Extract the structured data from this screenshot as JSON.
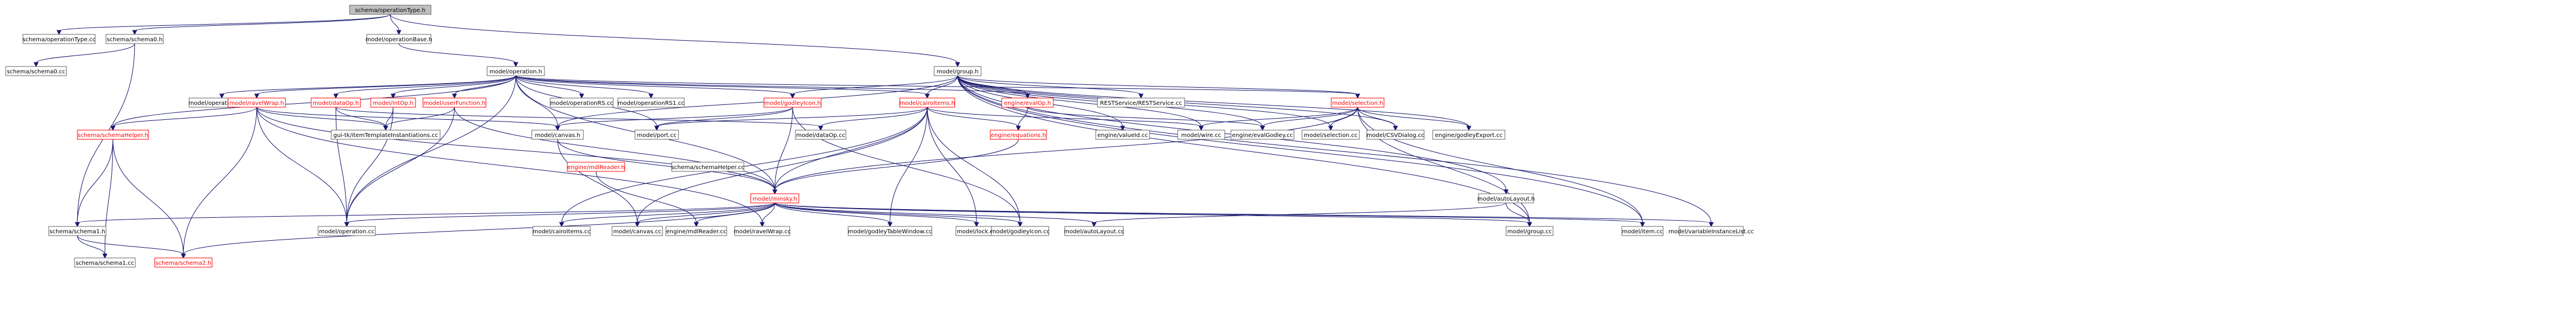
{
  "nodes": [
    {
      "id": "root",
      "label": "schema/operationType.h",
      "kind": "root"
    },
    {
      "id": "opType_cc",
      "label": "schema/operationType.cc",
      "kind": "leaf"
    },
    {
      "id": "schema0_h",
      "label": "schema/schema0.h",
      "kind": "normal"
    },
    {
      "id": "schema0_cc",
      "label": "schema/schema0.cc",
      "kind": "leaf"
    },
    {
      "id": "opBase_h",
      "label": "model/operationBase.h",
      "kind": "normal"
    },
    {
      "id": "operation_h",
      "label": "model/operation.h",
      "kind": "normal"
    },
    {
      "id": "group_h",
      "label": "model/group.h",
      "kind": "normal"
    },
    {
      "id": "opRS2",
      "label": "model/operationRS2.cc",
      "kind": "leaf"
    },
    {
      "id": "ravelWrap_h",
      "label": "model/ravelWrap.h",
      "kind": "red"
    },
    {
      "id": "dataOp_h",
      "label": "model/dataOp.h",
      "kind": "red"
    },
    {
      "id": "intOp_h",
      "label": "model/intOp.h",
      "kind": "red"
    },
    {
      "id": "userFunction_h",
      "label": "model/userFunction.h",
      "kind": "red"
    },
    {
      "id": "opRS",
      "label": "model/operationRS.cc",
      "kind": "leaf"
    },
    {
      "id": "opRS1",
      "label": "model/operationRS1.cc",
      "kind": "leaf"
    },
    {
      "id": "godleyIcon_h",
      "label": "model/godleyIcon.h",
      "kind": "red"
    },
    {
      "id": "cairoItems_h",
      "label": "model/cairoItems.h",
      "kind": "red"
    },
    {
      "id": "evalOp_h",
      "label": "engine/evalOp.h",
      "kind": "red"
    },
    {
      "id": "restService",
      "label": "RESTService/RESTService.cc",
      "kind": "leaf"
    },
    {
      "id": "selection_h",
      "label": "model/selection.h",
      "kind": "red"
    },
    {
      "id": "schemaHelper_h",
      "label": "schema/schemaHelper.h",
      "kind": "red"
    },
    {
      "id": "garbTemplate",
      "label": "gui-tk/itemTemplateInstantiations.cc",
      "kind": "leaf"
    },
    {
      "id": "canvas_h",
      "label": "model/canvas.h",
      "kind": "normal"
    },
    {
      "id": "port_cc",
      "label": "model/port.cc",
      "kind": "leaf"
    },
    {
      "id": "dataOp_cc",
      "label": "model/dataOp.cc",
      "kind": "leaf"
    },
    {
      "id": "equations_h",
      "label": "engine/equations.h",
      "kind": "red"
    },
    {
      "id": "valueId_cc",
      "label": "engine/valueId.cc",
      "kind": "leaf"
    },
    {
      "id": "wire_cc",
      "label": "model/wire.cc",
      "kind": "leaf"
    },
    {
      "id": "evalGodley_cc",
      "label": "engine/evalGodley.cc",
      "kind": "leaf"
    },
    {
      "id": "selection_cc",
      "label": "model/selection.cc",
      "kind": "leaf"
    },
    {
      "id": "csvDialog_cc",
      "label": "model/CSVDialog.cc",
      "kind": "leaf"
    },
    {
      "id": "godleyExport_cc",
      "label": "engine/godleyExport.cc",
      "kind": "leaf"
    },
    {
      "id": "mdlReader_h",
      "label": "engine/mdlReader.h",
      "kind": "red"
    },
    {
      "id": "schemaHelper_cc",
      "label": "schema/schemaHelper.cc",
      "kind": "leaf"
    },
    {
      "id": "minsky_h",
      "label": "model/minsky.h",
      "kind": "red"
    },
    {
      "id": "autoLayout_h",
      "label": "model/autoLayout.h",
      "kind": "normal"
    },
    {
      "id": "schema1_h",
      "label": "schema/schema1.h",
      "kind": "normal"
    },
    {
      "id": "operation_cc",
      "label": "model/operation.cc",
      "kind": "leaf"
    },
    {
      "id": "cairoItems_cc",
      "label": "model/cairoItems.cc",
      "kind": "leaf"
    },
    {
      "id": "canvas_cc",
      "label": "model/canvas.cc",
      "kind": "leaf"
    },
    {
      "id": "mdlReader_cc",
      "label": "engine/mdlReader.cc",
      "kind": "leaf"
    },
    {
      "id": "ravelWrap_cc",
      "label": "model/ravelWrap.cc",
      "kind": "leaf"
    },
    {
      "id": "godleyTableWindow_cc",
      "label": "model/godleyTableWindow.cc",
      "kind": "leaf"
    },
    {
      "id": "lock_cc",
      "label": "model/lock.cc",
      "kind": "leaf"
    },
    {
      "id": "godleyIcon_cc",
      "label": "model/godleyIcon.cc",
      "kind": "leaf"
    },
    {
      "id": "autoLayout_cc",
      "label": "model/autoLayout.cc",
      "kind": "leaf"
    },
    {
      "id": "group_cc",
      "label": "model/group.cc",
      "kind": "leaf"
    },
    {
      "id": "item_cc",
      "label": "model/item.cc",
      "kind": "leaf"
    },
    {
      "id": "varInstList_cc",
      "label": "model/variableInstanceList.cc",
      "kind": "leaf"
    },
    {
      "id": "schema1_cc",
      "label": "schema/schema1.cc",
      "kind": "leaf"
    },
    {
      "id": "schema2_h",
      "label": "schema/schema2.h",
      "kind": "red"
    }
  ],
  "edges": [
    [
      "root",
      "opType_cc"
    ],
    [
      "root",
      "schema0_h"
    ],
    [
      "root",
      "opBase_h"
    ],
    [
      "root",
      "group_h"
    ],
    [
      "schema0_h",
      "schema0_cc"
    ],
    [
      "schema0_h",
      "schema1_h"
    ],
    [
      "opBase_h",
      "operation_h"
    ],
    [
      "operation_h",
      "opRS2"
    ],
    [
      "operation_h",
      "ravelWrap_h"
    ],
    [
      "operation_h",
      "dataOp_h"
    ],
    [
      "operation_h",
      "intOp_h"
    ],
    [
      "operation_h",
      "userFunction_h"
    ],
    [
      "operation_h",
      "opRS"
    ],
    [
      "operation_h",
      "opRS1"
    ],
    [
      "operation_h",
      "godleyIcon_h"
    ],
    [
      "operation_h",
      "cairoItems_h"
    ],
    [
      "operation_h",
      "evalOp_h"
    ],
    [
      "operation_h",
      "schemaHelper_h"
    ],
    [
      "operation_h",
      "canvas_h"
    ],
    [
      "operation_h",
      "operation_cc"
    ],
    [
      "operation_h",
      "minsky_h"
    ],
    [
      "operation_h",
      "selection_h"
    ],
    [
      "operation_h",
      "port_cc"
    ],
    [
      "group_h",
      "godleyIcon_h"
    ],
    [
      "group_h",
      "cairoItems_h"
    ],
    [
      "group_h",
      "evalOp_h"
    ],
    [
      "group_h",
      "restService"
    ],
    [
      "group_h",
      "selection_h"
    ],
    [
      "group_h",
      "canvas_h"
    ],
    [
      "group_h",
      "wire_cc"
    ],
    [
      "group_h",
      "valueId_cc"
    ],
    [
      "group_h",
      "evalGodley_cc"
    ],
    [
      "group_h",
      "selection_cc"
    ],
    [
      "group_h",
      "csvDialog_cc"
    ],
    [
      "group_h",
      "godleyExport_cc"
    ],
    [
      "group_h",
      "group_cc"
    ],
    [
      "group_h",
      "item_cc"
    ],
    [
      "group_h",
      "varInstList_cc"
    ],
    [
      "group_h",
      "autoLayout_h"
    ],
    [
      "ravelWrap_h",
      "schemaHelper_h"
    ],
    [
      "ravelWrap_h",
      "garbTemplate"
    ],
    [
      "ravelWrap_h",
      "canvas_h"
    ],
    [
      "ravelWrap_h",
      "operation_cc"
    ],
    [
      "ravelWrap_h",
      "minsky_h"
    ],
    [
      "ravelWrap_h",
      "ravelWrap_cc"
    ],
    [
      "ravelWrap_h",
      "schema2_h"
    ],
    [
      "dataOp_h",
      "garbTemplate"
    ],
    [
      "dataOp_h",
      "operation_cc"
    ],
    [
      "dataOp_h",
      "dataOp_cc"
    ],
    [
      "intOp_h",
      "garbTemplate"
    ],
    [
      "intOp_h",
      "operation_cc"
    ],
    [
      "userFunction_h",
      "garbTemplate"
    ],
    [
      "userFunction_h",
      "operation_cc"
    ],
    [
      "userFunction_h",
      "minsky_h"
    ],
    [
      "godleyIcon_h",
      "canvas_h"
    ],
    [
      "godleyIcon_h",
      "port_cc"
    ],
    [
      "godleyIcon_h",
      "godleyIcon_cc"
    ],
    [
      "godleyIcon_h",
      "minsky_h"
    ],
    [
      "cairoItems_h",
      "port_cc"
    ],
    [
      "cairoItems_h",
      "dataOp_cc"
    ],
    [
      "cairoItems_h",
      "equations_h"
    ],
    [
      "cairoItems_h",
      "cairoItems_cc"
    ],
    [
      "cairoItems_h",
      "canvas_cc"
    ],
    [
      "cairoItems_h",
      "godleyTableWindow_cc"
    ],
    [
      "cairoItems_h",
      "lock_cc"
    ],
    [
      "cairoItems_h",
      "godleyIcon_cc"
    ],
    [
      "cairoItems_h",
      "wire_cc"
    ],
    [
      "cairoItems_h",
      "minsky_h"
    ],
    [
      "evalOp_h",
      "equations_h"
    ],
    [
      "evalOp_h",
      "evalGodley_cc"
    ],
    [
      "selection_h",
      "wire_cc"
    ],
    [
      "selection_h",
      "evalGodley_cc"
    ],
    [
      "selection_h",
      "selection_cc"
    ],
    [
      "selection_h",
      "csvDialog_cc"
    ],
    [
      "selection_h",
      "godleyExport_cc"
    ],
    [
      "selection_h",
      "minsky_h"
    ],
    [
      "selection_h",
      "group_cc"
    ],
    [
      "selection_h",
      "item_cc"
    ],
    [
      "schemaHelper_h",
      "schema1_h"
    ],
    [
      "schemaHelper_h",
      "schema1_cc"
    ],
    [
      "schemaHelper_h",
      "schema2_h"
    ],
    [
      "canvas_h",
      "canvas_cc"
    ],
    [
      "canvas_h",
      "minsky_h"
    ],
    [
      "equations_h",
      "minsky_h"
    ],
    [
      "mdlReader_h",
      "mdlReader_cc"
    ],
    [
      "minsky_h",
      "schema1_h"
    ],
    [
      "minsky_h",
      "operation_cc"
    ],
    [
      "minsky_h",
      "cairoItems_cc"
    ],
    [
      "minsky_h",
      "canvas_cc"
    ],
    [
      "minsky_h",
      "mdlReader_cc"
    ],
    [
      "minsky_h",
      "ravelWrap_cc"
    ],
    [
      "minsky_h",
      "godleyTableWindow_cc"
    ],
    [
      "minsky_h",
      "lock_cc"
    ],
    [
      "minsky_h",
      "godleyIcon_cc"
    ],
    [
      "minsky_h",
      "autoLayout_cc"
    ],
    [
      "minsky_h",
      "group_cc"
    ],
    [
      "minsky_h",
      "item_cc"
    ],
    [
      "minsky_h",
      "varInstList_cc"
    ],
    [
      "minsky_h",
      "schema2_h"
    ],
    [
      "autoLayout_h",
      "autoLayout_cc"
    ],
    [
      "autoLayout_h",
      "group_cc"
    ],
    [
      "schema1_h",
      "schema1_cc"
    ],
    [
      "schema1_h",
      "schema2_h"
    ]
  ]
}
